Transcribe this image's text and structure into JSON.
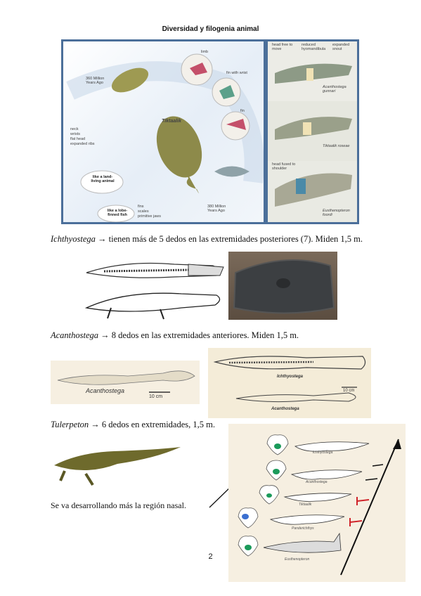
{
  "header": {
    "title": "Diversidad y filogenia animal"
  },
  "figure1": {
    "left_labels": {
      "mya_top": "360 Million Years Ago",
      "tiktaalik": "Tiktaalik",
      "limb": "limb",
      "fin_with_wrist": "fin with wrist",
      "fin": "fin",
      "neck": "neck",
      "wrists": "wrists",
      "flat_head": "flat head",
      "expanded_ribs": "expanded ribs",
      "land_animal": "like a land-living animal",
      "lobe_fish": "like a lobe-finned fish",
      "fins": "fins",
      "scales": "scales",
      "primitive_jaws": "primitive jaws",
      "mya_bottom": "380 Million Years Ago"
    },
    "right_labels": {
      "head_free": "head free to move",
      "reduced": "reduced hyomandibula",
      "expanded": "expanded snout",
      "acanthostega": "Acanthostega gunnari",
      "tiktaalik_roseae": "Tiktaalik roseae",
      "head_fused": "head fused to shoulder",
      "eusthenopteron": "Eusthenopteron foordi"
    }
  },
  "text": {
    "ichthyostega_name": "Ichthyostega",
    "ichthyostega_desc": " → tienen más de 5 dedos en las extremidades posteriores (7). Miden 1,5 m.",
    "acanthostega_name": "Acanthostega",
    "acanthostega_desc": " → 8 dedos en las extremidades anteriores. Miden 1,5 m.",
    "tulerpeton_name": "Tulerpeton",
    "tulerpeton_desc": " → 6 dedos en extremidades, 1,5 m.",
    "nasal": "Se va desarrollando más la región nasal."
  },
  "figure3": {
    "label": "Acanthostega",
    "scale": "10 cm"
  },
  "figure4": {
    "label1": "Ichthyostega",
    "label2": "Acanthostega",
    "scale": "10 cm"
  },
  "figure5": {
    "labels": [
      "Ichthyostega",
      "Acanthostega",
      "Tiktaalik",
      "Panderichthys",
      "Eusthenopteron"
    ]
  },
  "page_number": "2",
  "colors": {
    "frame_blue": "#4b6f9a",
    "bracket_red": "#d0242a",
    "fossil_dark": "#3c3f42",
    "bg_tan": "#f6efe1"
  }
}
